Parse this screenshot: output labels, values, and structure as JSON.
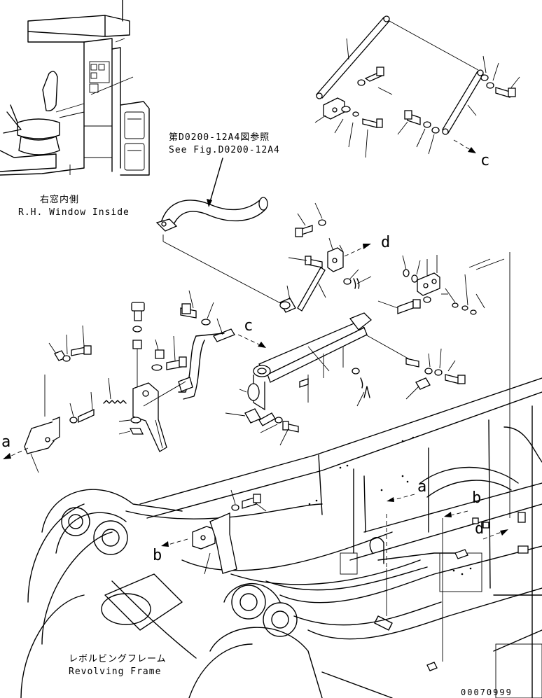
{
  "callout_reference": {
    "japanese": "第D0200-12A4図参照",
    "english": "See Fig.D0200-12A4"
  },
  "inset": {
    "japanese": "右窓内側",
    "english": "R.H. Window Inside"
  },
  "frame": {
    "japanese": "レボルビングフレーム",
    "english": "Revolving Frame"
  },
  "view_letters": {
    "a": "a",
    "b": "b",
    "c": "c",
    "d": "d"
  },
  "drawing_code": "00070999"
}
